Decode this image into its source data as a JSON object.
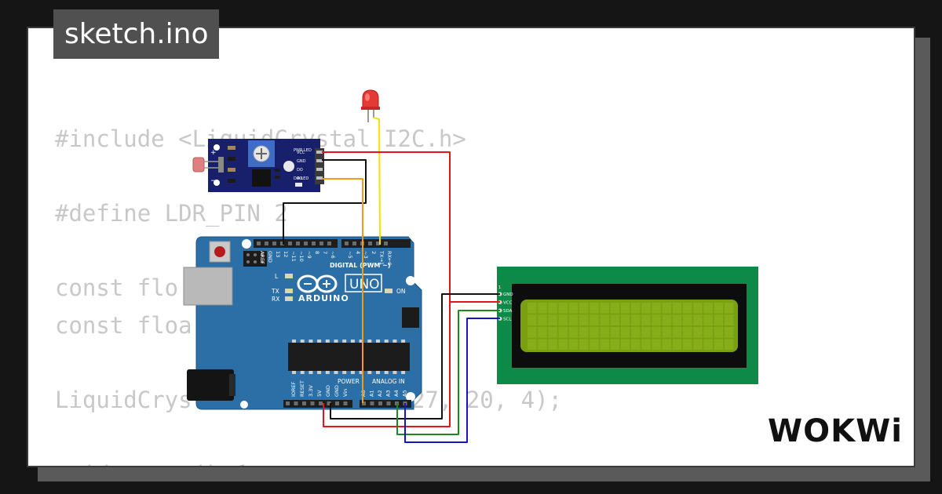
{
  "window": {
    "title": "sketch.ino"
  },
  "brand": {
    "name": "WOKWi"
  },
  "code": {
    "lines": [
      "#include <LiquidCrystal_I2C.h>",
      "",
      "#define LDR_PIN 2",
      "",
      "const flo",
      "const floa",
      "",
      "LiquidCrys                27, 20, 4);",
      "",
      "void setup() {"
    ]
  },
  "board": {
    "logo": "ARDUINO",
    "model": "UNO",
    "on_label": "ON",
    "l_label": "L",
    "tx_label": "TX",
    "rx_label": "RX",
    "digital_label": "DIGITAL (PWM ~)",
    "power_label": "POWER",
    "analog_label": "ANALOG IN",
    "digital_pins": [
      "AREF",
      "GND",
      "13",
      "12",
      "~11",
      "~10",
      "~9",
      "8",
      "7",
      "~6",
      "~5",
      "4",
      "~3",
      "2",
      "TX→1",
      "RX←0"
    ],
    "power_pins": [
      "IOREF",
      "RESET",
      "3.3V",
      "5V",
      "GND",
      "GND",
      "Vin"
    ],
    "analog_pins": [
      "A0",
      "A1",
      "A2",
      "A3",
      "A4",
      "A5"
    ]
  },
  "ldr_module": {
    "pins": [
      "VCC",
      "GND",
      "DO",
      "AO"
    ],
    "plus": "+",
    "minus": "−",
    "pwr_led": "PWR LED",
    "do_led": "DO LED"
  },
  "lcd": {
    "pins": [
      "GND",
      "VCC",
      "SDA",
      "SCL"
    ],
    "pin_one": "1"
  },
  "colors": {
    "board": "#2b6fa6",
    "lcd_pcb": "#0e8a48",
    "lcd_screen": "#7aa012",
    "module": "#18206b",
    "wire_red": "#e0161b",
    "wire_black": "#111111",
    "wire_yellow": "#f2e200",
    "wire_orange": "#f39c12",
    "wire_green": "#1a8a1a",
    "wire_blue": "#1515c8"
  }
}
